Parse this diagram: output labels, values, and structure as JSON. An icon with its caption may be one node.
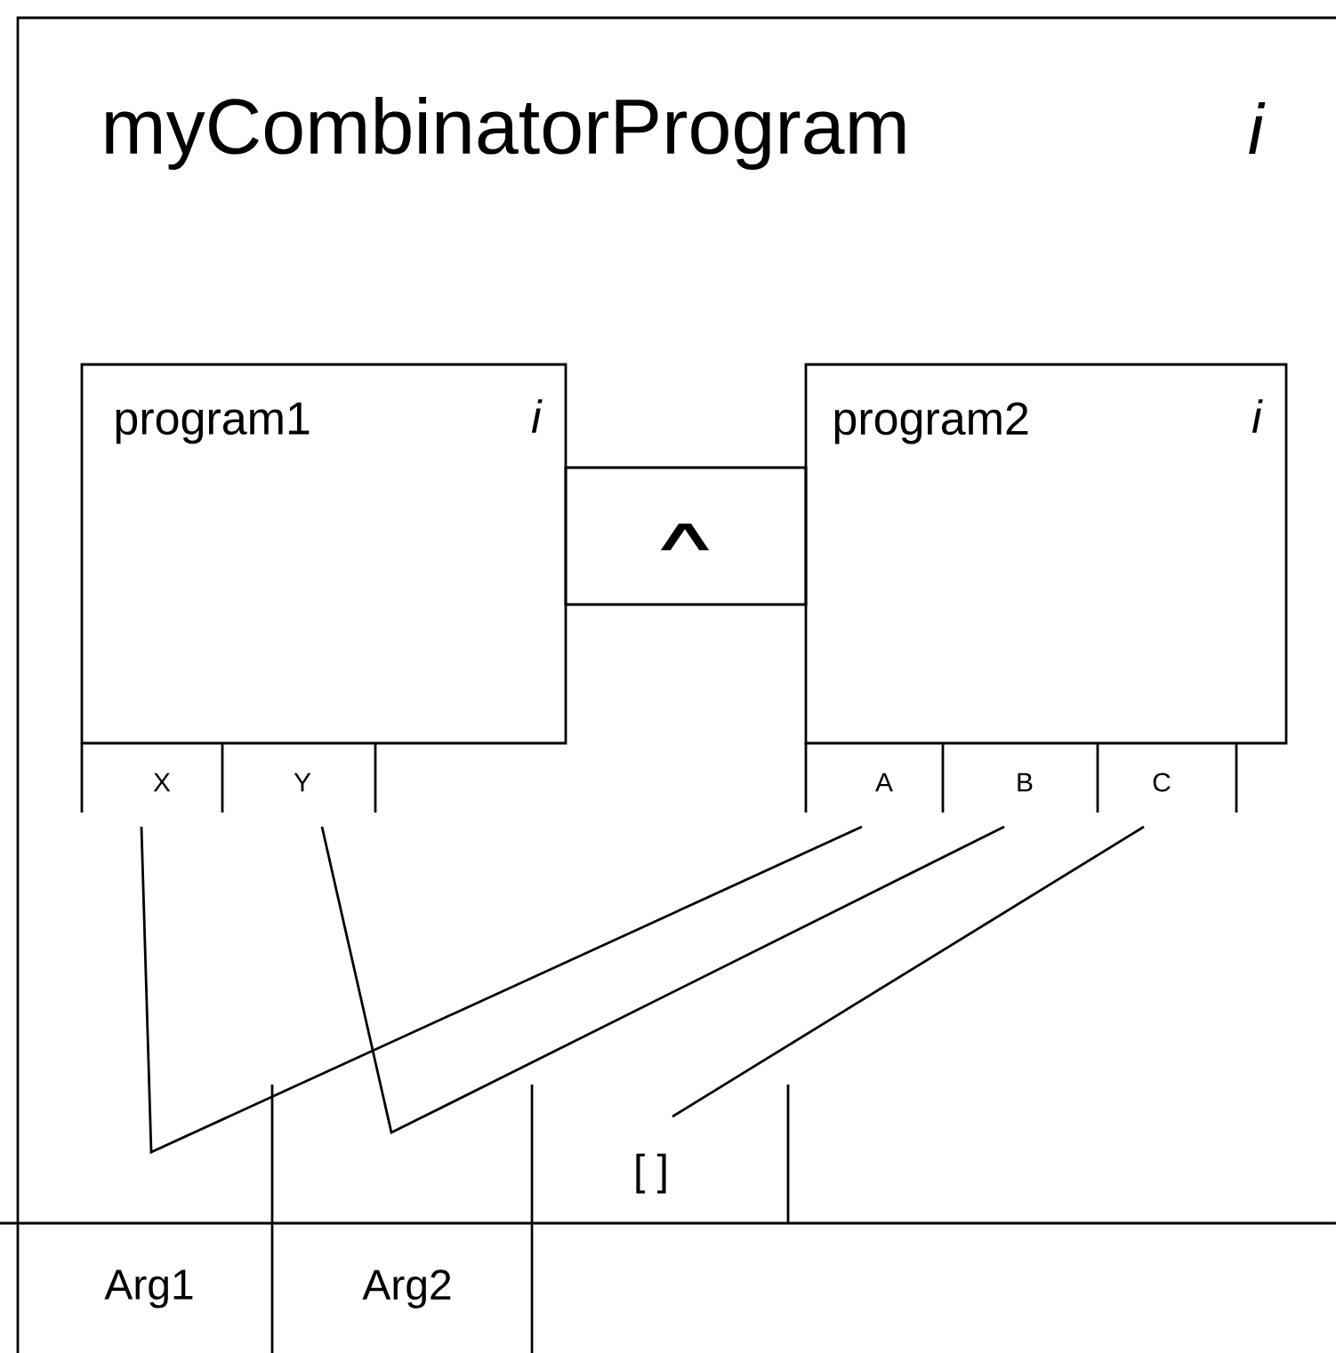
{
  "diagram": {
    "nodes": [
      {
        "text": [
          "myCombinatorProgram",
          "i"
        ]
      },
      {
        "text": [
          "program1",
          "i"
        ],
        "in": 0
      },
      {
        "text": [
          "program2",
          "i"
        ],
        "in": 0
      },
      {
        "text": [
          "∧"
        ],
        "in": 0
      },
      {
        "text": [
          "X"
        ],
        "in": 0
      },
      {
        "text": [
          "Y"
        ],
        "in": 0
      },
      {
        "text": [
          "A"
        ],
        "in": 0
      },
      {
        "text": [
          "B"
        ],
        "in": 0
      },
      {
        "text": [
          "C"
        ],
        "in": 0
      },
      {
        "text": [
          "[ ]"
        ],
        "in": 0
      },
      {
        "text": [
          "Arg1"
        ]
      },
      {
        "text": [
          "Arg2"
        ]
      }
    ],
    "edges": [
      {
        "from": 4,
        "to": 6,
        "arrow": "none"
      },
      {
        "from": 5,
        "to": 7,
        "arrow": "none"
      },
      {
        "from": 8,
        "to": 9,
        "arrow": "none"
      }
    ]
  }
}
